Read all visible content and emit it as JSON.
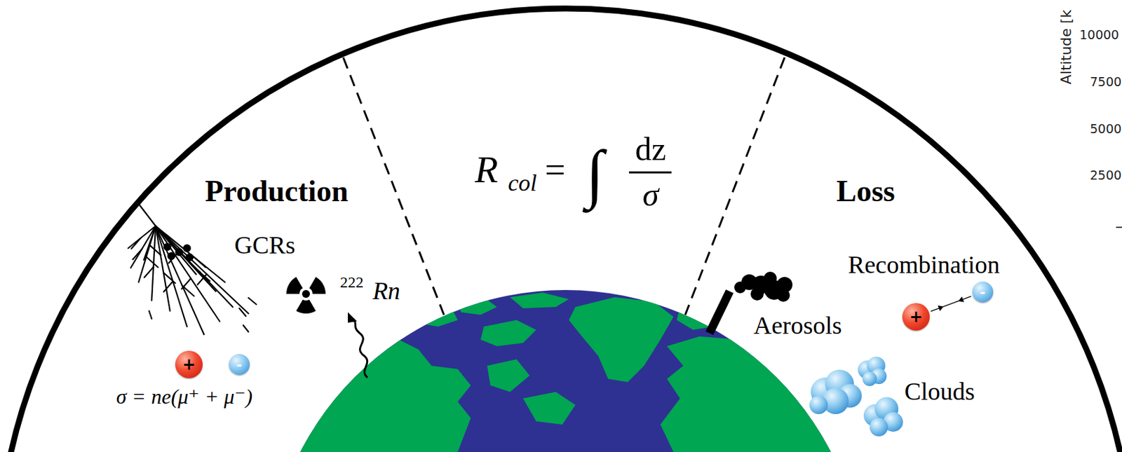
{
  "diagram": {
    "nodes": [
      {
        "text": [
          "+"
        ]
      },
      {
        "text": [
          "-"
        ]
      },
      {
        "text": [
          "+"
        ]
      },
      {
        "text": [
          "-"
        ]
      }
    ],
    "edges": [
      {
        "from": 2,
        "to": 3,
        "arrow": "none"
      }
    ],
    "labels": [
      "Production",
      "GCRs",
      "222",
      "Rn",
      "σ = ne(μ⁺ + μ⁻)",
      "R",
      "col",
      "=",
      "∫",
      "dz",
      "σ",
      "Loss",
      "Recombination",
      "Aerosols",
      "Clouds",
      "Altitude [k",
      "10000",
      "7500",
      "5000",
      "2500"
    ]
  }
}
